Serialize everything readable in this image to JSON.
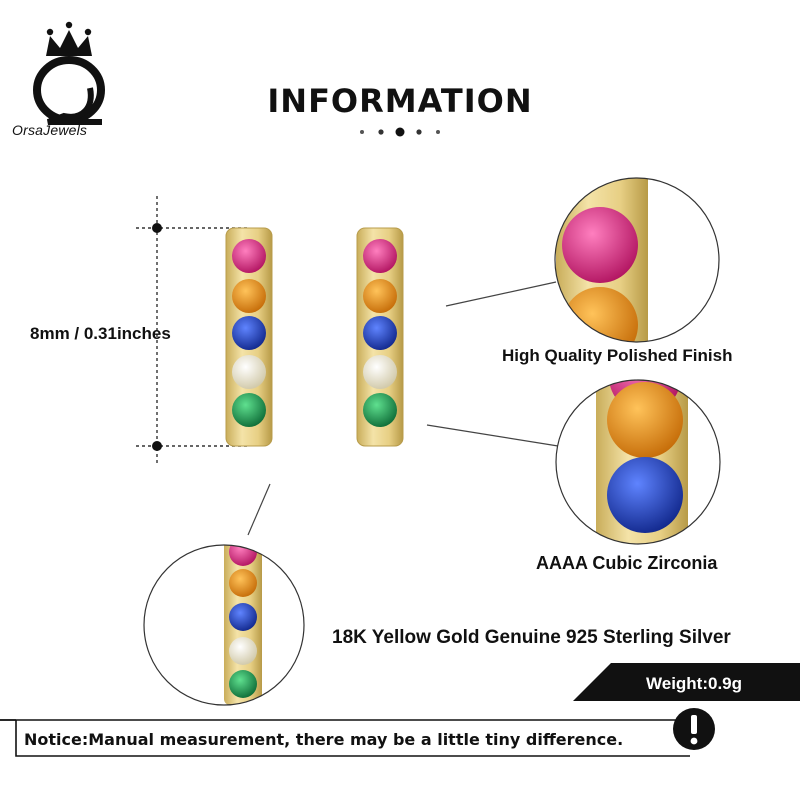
{
  "brand": {
    "logo_letters": "OJ",
    "name": "OrsaJewels"
  },
  "header": {
    "title": "INFORMATION"
  },
  "dimension": {
    "label": "8mm / 0.31inches"
  },
  "features": [
    {
      "label": "High Quality Polished Finish"
    },
    {
      "label": "AAAA Cubic Zirconia"
    },
    {
      "label": "18K Yellow Gold Genuine 925 Sterling Silver"
    }
  ],
  "weight": {
    "label": "Weight:0.9g"
  },
  "notice": {
    "text": "Notice:Manual measurement, there may be a little tiny difference."
  },
  "colors": {
    "gold": "#d8c27a",
    "stone_pink": "#d6257e",
    "stone_orange": "#e38a17",
    "stone_blue": "#1d3fb8",
    "stone_white": "#f1ecd6",
    "stone_green": "#1f9a55",
    "dark": "#111111"
  },
  "icons": {
    "warning": "exclamation-icon"
  }
}
